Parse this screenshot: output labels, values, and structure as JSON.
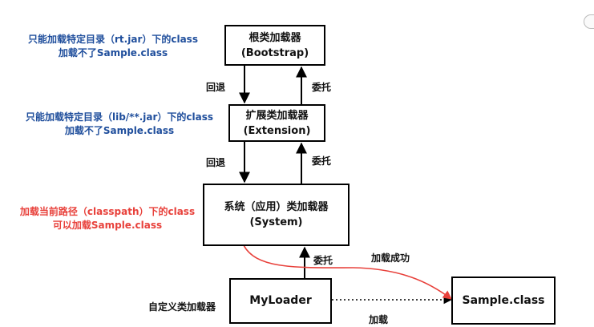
{
  "boxes": {
    "bootstrap": {
      "line1": "根类加载器",
      "line2": "(Bootstrap)"
    },
    "extension": {
      "line1": "扩展类加载器",
      "line2": "(Extension)"
    },
    "system": {
      "line1": "系统（应用）类加载器",
      "line2": "(System)"
    },
    "myloader": {
      "label": "MyLoader"
    },
    "sample": {
      "label": "Sample.class"
    }
  },
  "notes": {
    "bootstrap": {
      "line1": "只能加载特定目录（rt.jar）下的class",
      "line2": "加载不了Sample.class"
    },
    "extension": {
      "line1": "只能加载特定目录（lib/**.jar）下的class",
      "line2": "加载不了Sample.class"
    },
    "system": {
      "line1": "加载当前路径（classpath）下的class",
      "line2": "可以加载Sample.class"
    },
    "myloader": "自定义类加载器"
  },
  "edge_labels": {
    "back1": "回退",
    "delegate1": "委托",
    "back2": "回退",
    "delegate2": "委托",
    "delegate3": "委托",
    "load_success": "加载成功",
    "load": "加载"
  },
  "colors": {
    "note_blue": "#1f4e9c",
    "note_red": "#e8413b",
    "success_arrow": "#e8413b"
  }
}
